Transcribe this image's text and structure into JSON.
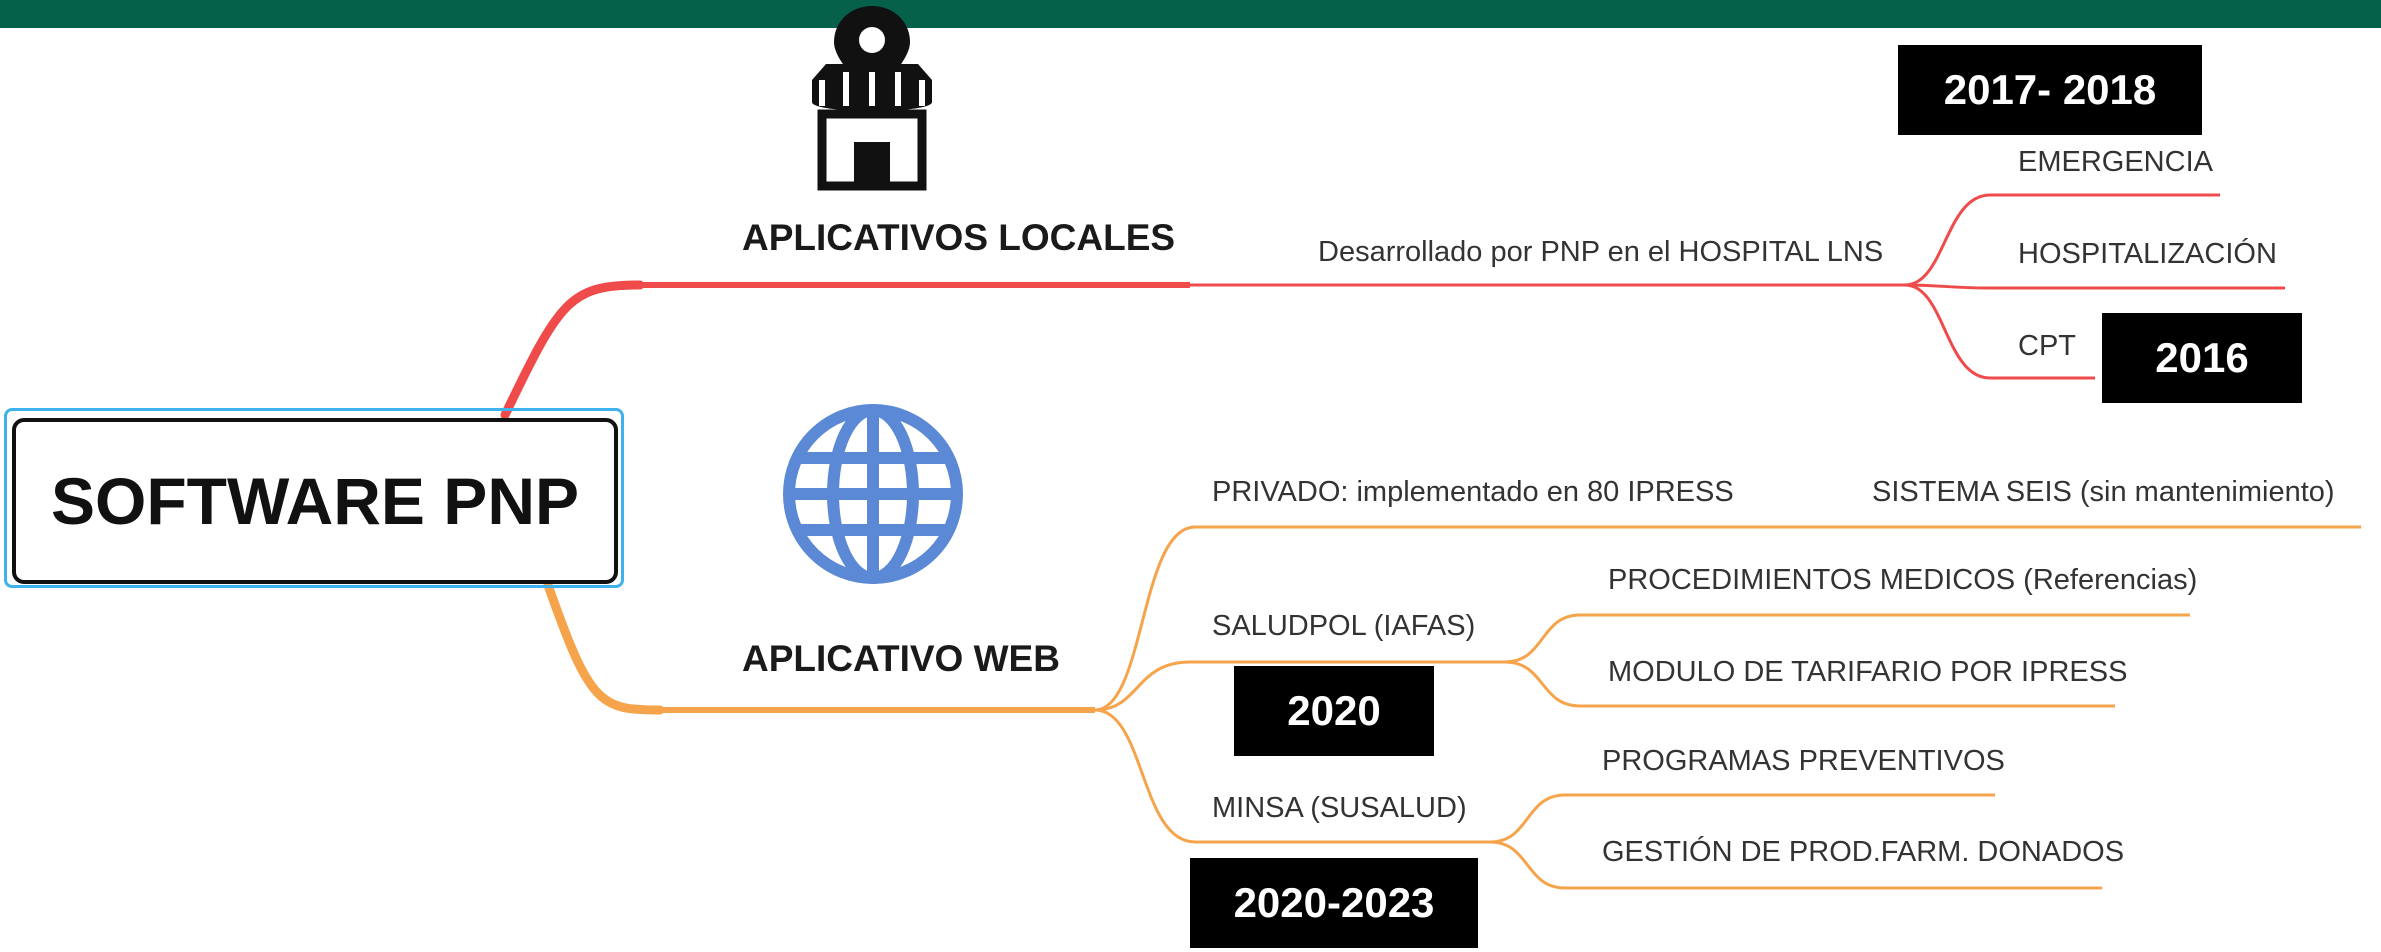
{
  "colors": {
    "header_bar": "#05614a",
    "branch_local": "#f04b4b",
    "branch_web": "#f5a44c",
    "root_outline": "#3fb1ec",
    "year_box": "#000000",
    "globe": "#5b89d6"
  },
  "icons": {
    "local": "store-location-icon",
    "web": "globe-icon"
  },
  "root": {
    "label": "SOFTWARE PNP"
  },
  "local_branch": {
    "title": "APLICATIVOS LOCALES",
    "sub": "Desarrollado por PNP en el HOSPITAL LNS",
    "leaves": [
      "EMERGENCIA",
      "HOSPITALIZACIÓN",
      "CPT"
    ],
    "years": [
      "2017- 2018",
      "2016"
    ]
  },
  "web_branch": {
    "title": "APLICATIVO WEB",
    "privado": {
      "label": "PRIVADO: implementado en 80 IPRESS",
      "leaf": "SISTEMA SEIS  (sin mantenimiento)"
    },
    "saludpol": {
      "label": "SALUDPOL (IAFAS)",
      "leaves": [
        "PROCEDIMIENTOS MEDICOS (Referencias)",
        "MODULO  DE TARIFARIO POR IPRESS"
      ],
      "year": "2020"
    },
    "minsa": {
      "label": "MINSA (SUSALUD)",
      "leaves": [
        "PROGRAMAS PREVENTIVOS",
        "GESTIÓN DE PROD.FARM. DONADOS"
      ],
      "year": "2020-2023"
    }
  }
}
